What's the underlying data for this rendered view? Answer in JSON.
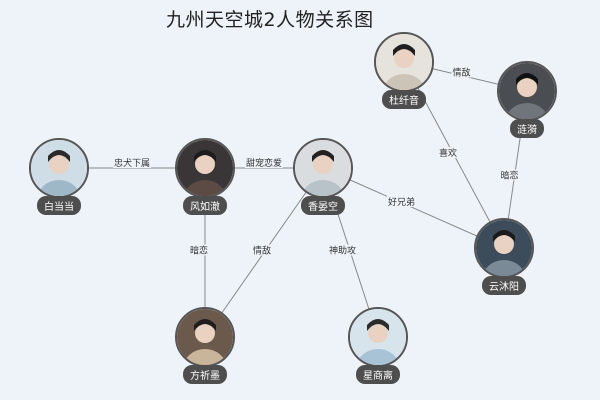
{
  "title": "九州天空城2人物关系图",
  "colors": {
    "background": "#edf3f8",
    "edge": "#888888",
    "pill": "#4e4e4e"
  },
  "nodes": [
    {
      "id": "bai",
      "name": "白当当"
    },
    {
      "id": "feng",
      "name": "风如澈"
    },
    {
      "id": "xiang",
      "name": "香晏空"
    },
    {
      "id": "du",
      "name": "杜纤音"
    },
    {
      "id": "lu",
      "name": "涟漪"
    },
    {
      "id": "yun",
      "name": "云沐阳"
    },
    {
      "id": "fang",
      "name": "方祈墨"
    },
    {
      "id": "xing",
      "name": "星商离"
    }
  ],
  "edges": [
    {
      "from": "bai",
      "to": "feng",
      "label": "忠犬下属"
    },
    {
      "from": "feng",
      "to": "xiang",
      "label": "甜宠恋爱"
    },
    {
      "from": "xiang",
      "to": "yun",
      "label": "好兄弟"
    },
    {
      "from": "fang",
      "to": "feng",
      "label": "暗恋"
    },
    {
      "from": "fang",
      "to": "xiang",
      "label": "情敌"
    },
    {
      "from": "xing",
      "to": "xiang",
      "label": "神助攻"
    },
    {
      "from": "du",
      "to": "lu",
      "label": "情敌"
    },
    {
      "from": "du",
      "to": "yun",
      "label": "喜欢"
    },
    {
      "from": "lu",
      "to": "yun",
      "label": "暗恋"
    }
  ]
}
